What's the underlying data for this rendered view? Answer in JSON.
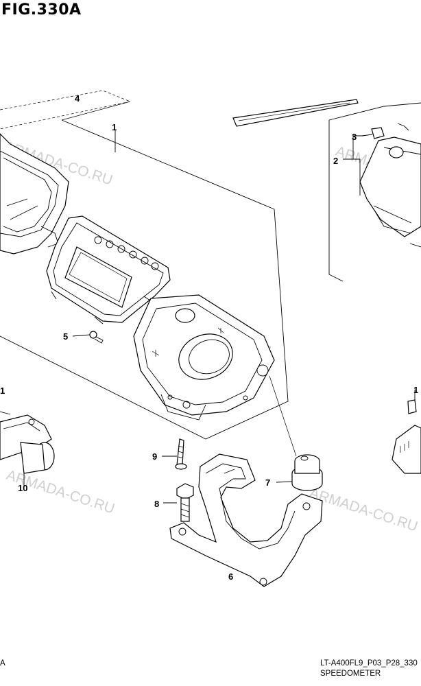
{
  "figure": {
    "title": "FIG.330A",
    "footer_model": "LT-A400FL9_P03_P28_330",
    "footer_name": "SPEEDOMETER",
    "footer_left": "A"
  },
  "watermark": {
    "text": "ARMADA-CO.RU",
    "color": "#c8c8c8"
  },
  "callouts": [
    "1",
    "2",
    "3",
    "4",
    "5",
    "6",
    "7",
    "8",
    "9",
    "10",
    "1",
    "1"
  ],
  "colors": {
    "line": "#000000",
    "background": "#ffffff"
  }
}
